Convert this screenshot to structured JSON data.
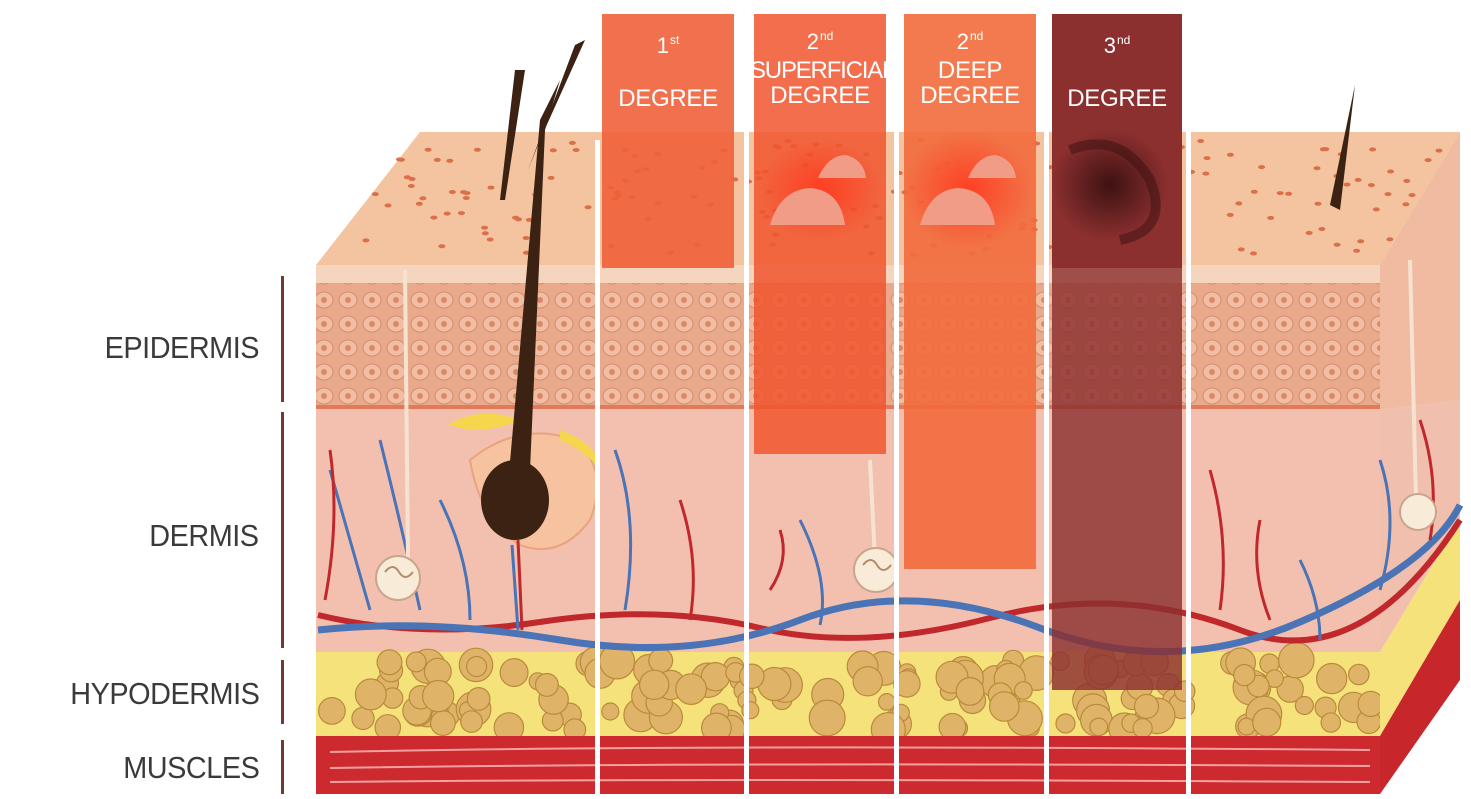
{
  "layers": {
    "epidermis": "EPIDERMIS",
    "dermis": "DERMIS",
    "hypodermis": "HYPODERMIS",
    "muscles": "MUSCLES"
  },
  "burns": [
    {
      "number": "1",
      "suffix": "st",
      "line1": "DEGREE",
      "line2": ""
    },
    {
      "number": "2",
      "suffix": "nd",
      "line1": "SUPERFICIAL",
      "line2": "DEGREE"
    },
    {
      "number": "2",
      "suffix": "nd",
      "line1": "DEEP",
      "line2": "DEGREE"
    },
    {
      "number": "3",
      "suffix": "nd",
      "line1": "DEGREE",
      "line2": ""
    }
  ],
  "colors": {
    "skin_top": "#f3c49f",
    "epidermis": "#e8a284",
    "dermis": "#f3c0b0",
    "fat": "#e0b468",
    "fat_bg": "#f5e27a",
    "muscle": "#cc2a2e",
    "burn_1": "#f0603a",
    "burn_2s": "#f0552e",
    "burn_2d": "#f26a3c",
    "burn_3": "#8b2f2f",
    "artery": "#c0282c",
    "vein": "#4a74b5",
    "hair": "#3b2213"
  }
}
